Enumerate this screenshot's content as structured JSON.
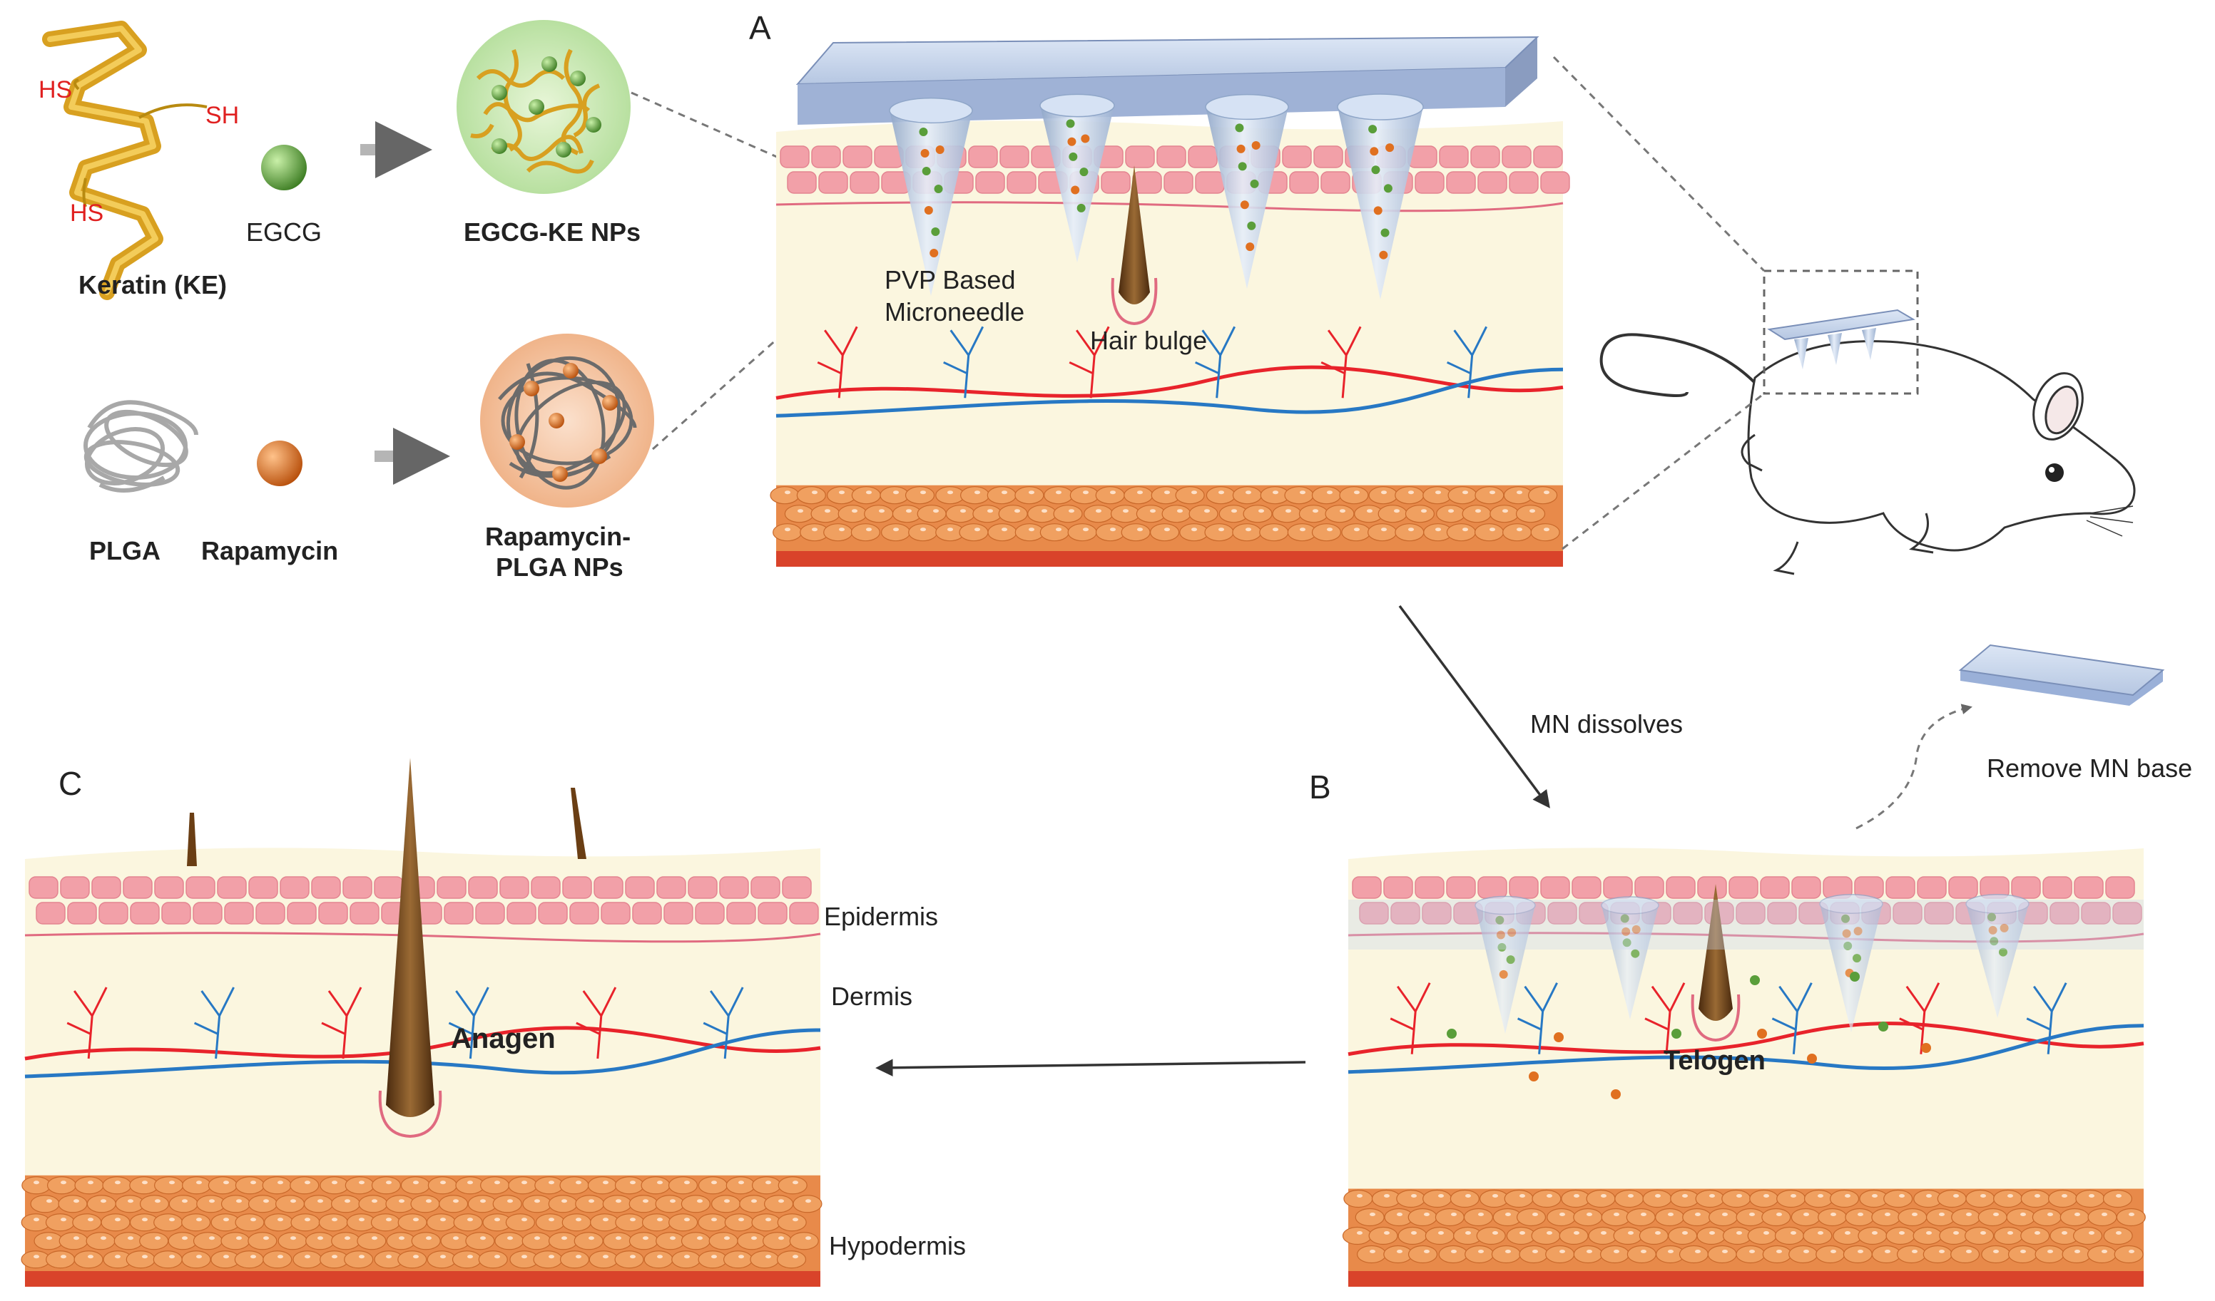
{
  "panels": {
    "A": "A",
    "B": "B",
    "C": "C"
  },
  "molecules": {
    "keratin": "Keratin (KE)",
    "hs_1": "HS",
    "sh": "SH",
    "hs_2": "HS",
    "egcg": "EGCG",
    "egcg_ke_nps": "EGCG-KE NPs",
    "plga": "PLGA",
    "rapamycin": "Rapamycin",
    "rapamycin_plga_nps_line1": "Rapamycin-",
    "rapamycin_plga_nps_line2": "PLGA NPs"
  },
  "panel_a": {
    "microneedle_line1": "PVP Based",
    "microneedle_line2": "Microneedle",
    "hair_bulge": "Hair bulge"
  },
  "panel_b": {
    "mn_dissolves": "MN dissolves",
    "remove_mn_base": "Remove MN base",
    "telogen": "Telogen"
  },
  "panel_c": {
    "anagen": "Anagen",
    "epidermis": "Epidermis",
    "dermis": "Dermis",
    "hypodermis": "Hypodermis"
  },
  "colors": {
    "dermis_fill": "#fbf6df",
    "epidermis_cell": "#f2a0a8",
    "fat_cell": "#f0a060",
    "muscle": "#d9432a",
    "artery": "#e8232b",
    "vein": "#2778c4",
    "needle": "#b8cde8",
    "egcg_green": "#5a9e3a",
    "rapamycin_orange": "#e07020",
    "keratin_gold": "#d8a020",
    "hair": "#7a4a1c"
  }
}
